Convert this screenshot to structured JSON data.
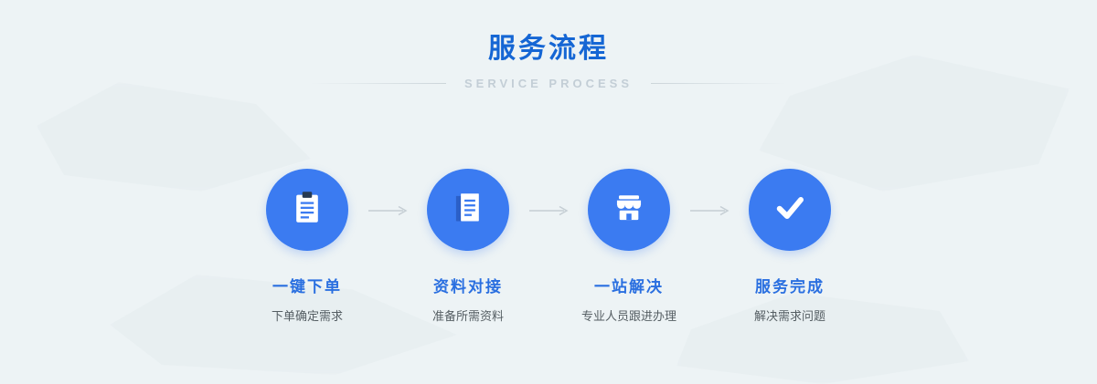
{
  "header": {
    "title": "服务流程",
    "subtitle": "SERVICE PROCESS"
  },
  "steps": [
    {
      "icon": "clipboard-icon",
      "title": "一键下单",
      "desc": "下单确定需求"
    },
    {
      "icon": "document-icon",
      "title": "资料对接",
      "desc": "准备所需资料"
    },
    {
      "icon": "storefront-icon",
      "title": "一站解决",
      "desc": "专业人员跟进办理"
    },
    {
      "icon": "checkmark-circle-icon",
      "title": "服务完成",
      "desc": "解决需求问题"
    }
  ],
  "colors": {
    "background": "#edf3f5",
    "accent_blue": "#3b7bf1",
    "title_blue": "#1566d4",
    "step_title_blue": "#2a6fe0",
    "subtitle_gray": "#c3ced6",
    "desc_gray": "#555e63",
    "arrow_gray": "#c5ced4"
  }
}
